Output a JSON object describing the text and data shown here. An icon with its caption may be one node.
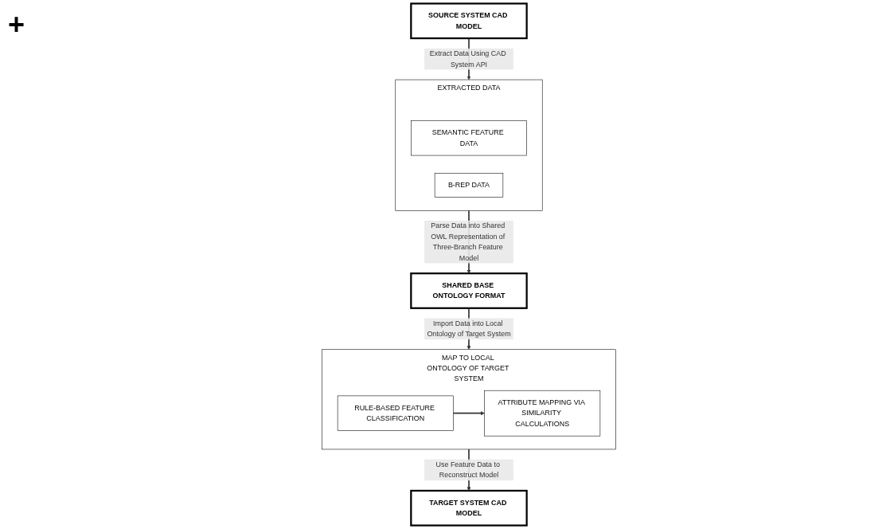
{
  "diagram": {
    "nodes": [
      {
        "text": [
          "SHARED BASE ONTOLOGY FORMAT"
        ]
      },
      {
        "text": [
          "EXTRACTED DATA"
        ]
      },
      {
        "text": [
          "SEMANTIC FEATURE DATA"
        ],
        "in": 1
      },
      {
        "text": [
          "B-REP DATA"
        ],
        "in": 1
      },
      {
        "text": [
          "MAP TO LOCAL ONTOLOGY OF TARGET SYSTEM"
        ]
      },
      {
        "text": [
          "RULE-BASED FEATURE CLASSIFICATION"
        ],
        "in": 4
      },
      {
        "text": [
          "ATTRIBUTE MAPPING VIA SIMILARITY CALCULATIONS"
        ],
        "in": 4
      },
      {
        "text": [
          "SOURCE SYSTEM CAD MODEL"
        ]
      },
      {
        "text": [
          "TARGET SYSTEM CAD MODEL"
        ]
      }
    ],
    "edges": [
      {
        "from": 7,
        "to": 1,
        "arrow": "to",
        "label": "Extract Data Using CAD System API"
      },
      {
        "from": 1,
        "to": 0,
        "arrow": "to",
        "label": "Parse Data into Shared OWL Representation of Three-Branch Feature Model"
      },
      {
        "from": 0,
        "to": 4,
        "arrow": "to",
        "label": "Import Data into Local Ontology of Target System"
      },
      {
        "from": 5,
        "to": 6,
        "arrow": "to"
      },
      {
        "from": 4,
        "to": 8,
        "arrow": "to",
        "label": "Use Feature Data to Reconstruct Model"
      }
    ],
    "labels": [
      "+"
    ]
  }
}
